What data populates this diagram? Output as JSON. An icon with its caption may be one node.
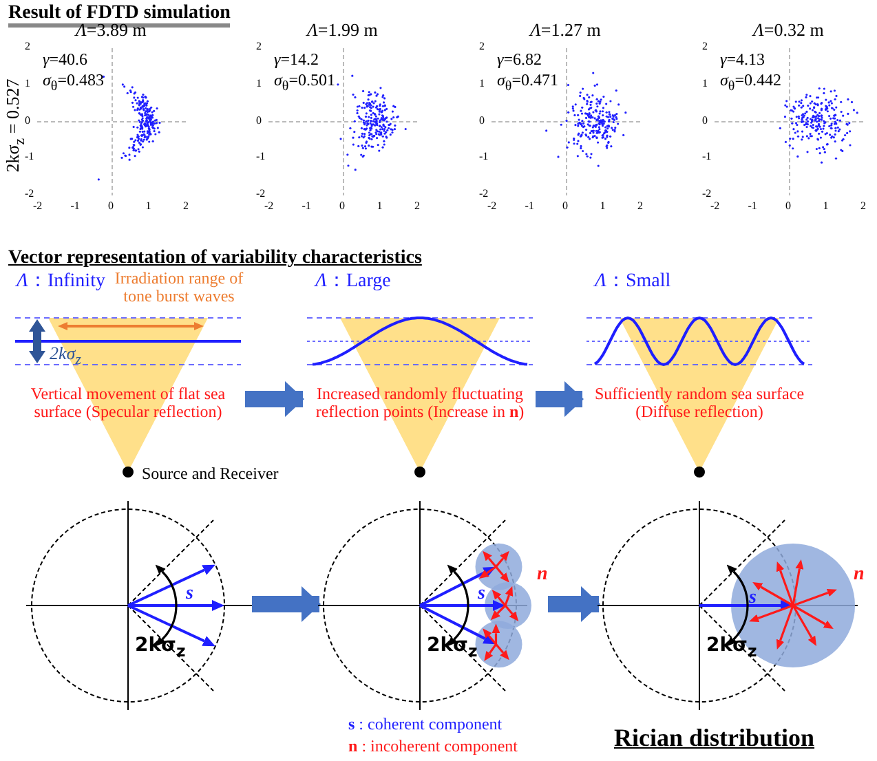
{
  "diagram": {
    "nodes": [
      {
        "text": [
          "*Λ*：Infinity",
          "Irradiation range of tone burst waves",
          "2kσ$_{z}$",
          "Vertical movement of flat sea surface (Specular reflection)",
          "Source and Receiver"
        ]
      },
      {
        "text": [
          "*Λ*：Large",
          "Increased randomly fluctuating reflection points (Increase in **n**)"
        ]
      },
      {
        "text": [
          "*Λ*：Small",
          "Sufficiently random sea surface (Diffuse reflection)"
        ]
      },
      {
        "text": [
          "**s**",
          "**2kσ$_{z}$**"
        ]
      },
      {
        "text": [
          "**s**",
          "**n**",
          "**2kσ$_{z}$**"
        ]
      },
      {
        "text": [
          "**s**",
          "**n**",
          "**2kσ$_{z}$**"
        ]
      }
    ],
    "edges": [
      {
        "from": 0,
        "to": 1,
        "arrow": "to"
      },
      {
        "from": 1,
        "to": 2,
        "arrow": "to"
      },
      {
        "from": 3,
        "to": 4,
        "arrow": "to"
      },
      {
        "from": 4,
        "to": 5,
        "arrow": "to"
      }
    ],
    "labels": [
      "Result of FDTD simulation",
      "2kσ$_{z}$ = 0.527",
      "*Λ*=3.89 m",
      "*γ*=40.6",
      "*σ*$_{θ}$=0.483",
      "2",
      "1",
      "0",
      "-1",
      "-2",
      "-2",
      "-1",
      "0",
      "1",
      "2",
      "*Λ*=1.99 m",
      "*γ*=14.2",
      "*σ*$_{θ}$=0.501",
      "2",
      "1",
      "0",
      "-1",
      "-2",
      "-2",
      "-1",
      "0",
      "1",
      "2",
      "*Λ*=1.27 m",
      "*γ*=6.82",
      "*σ*$_{θ}$=0.471",
      "2",
      "1",
      "0",
      "-1",
      "-2",
      "-2",
      "-1",
      "0",
      "1",
      "2",
      "*Λ*=0.32 m",
      "*γ*=4.13",
      "*σ*$_{θ}$=0.442",
      "2",
      "1",
      "0",
      "-1",
      "-2",
      "-2",
      "-1",
      "0",
      "1",
      "2",
      "Vector representation of variability characteristics",
      "**s** : coherent component",
      "**n** : incoherent component",
      "Rician distribution"
    ]
  }
}
